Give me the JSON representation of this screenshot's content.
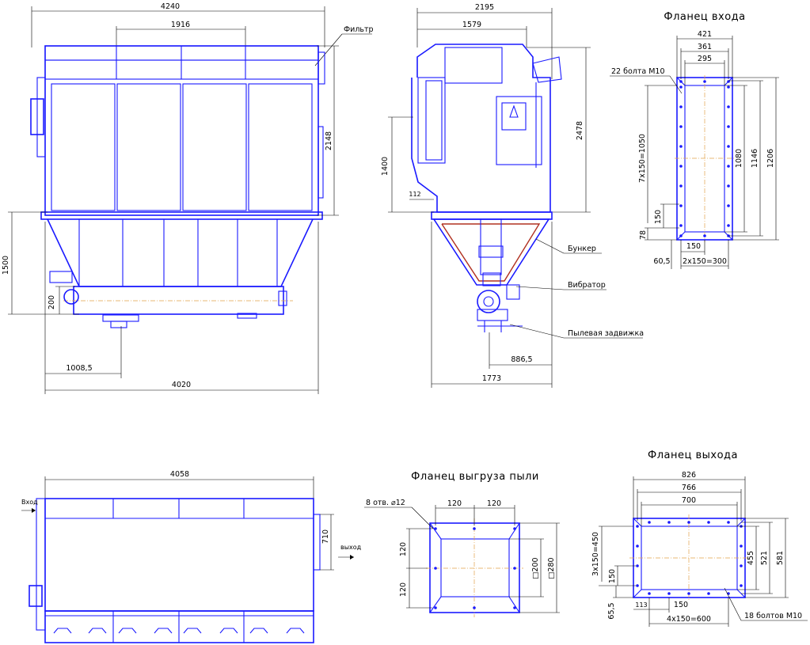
{
  "colors": {
    "structure": "#1a1aff",
    "dimension": "#000000",
    "centerline": "#e3a34a",
    "hopper_lining": "#b03020"
  },
  "front_view": {
    "dims": {
      "overall_width": "4240",
      "filter_width": "1916",
      "filter_height": "2148",
      "hopper_height": "1500",
      "outlet_height": "200",
      "outlet_offset": "1008,5",
      "base_width": "4020"
    },
    "labels": {
      "filter": "Фильтр"
    }
  },
  "side_view": {
    "dims": {
      "overall_width": "2195",
      "top_width": "1579",
      "inlet_height": "1400",
      "flange_depth": "112",
      "overall_height": "2478",
      "outlet_offset": "886,5",
      "base_width": "1773"
    },
    "labels": {
      "hopper": "Бункер",
      "vibrator": "Вибратор",
      "gate": "Пылевая задвижка"
    }
  },
  "top_view": {
    "dims": {
      "overall_length": "4058",
      "outlet_width": "710"
    },
    "labels": {
      "inlet": "Вход",
      "outlet": "выход"
    }
  },
  "inlet_flange": {
    "title": "Фланец входа",
    "bolts": "22 болта М10",
    "dims": {
      "w1": "421",
      "w2": "361",
      "w3": "295",
      "pitch_v": "7x150=1050",
      "h1": "1080",
      "h2": "1146",
      "h3": "1206",
      "pitch_v2": "150",
      "edge_v": "78",
      "pitch_h": "150",
      "edge_h": "60,5",
      "pitch_h2": "2x150=300"
    }
  },
  "dust_flange": {
    "title": "Фланец выгруза пыли",
    "holes": "8 отв. ⌀12",
    "dims": {
      "p1": "120",
      "p2": "120",
      "v1": "120",
      "v2": "120",
      "inner": "□200",
      "outer": "□280"
    }
  },
  "outlet_flange": {
    "title": "Фланец выхода",
    "bolts": "18 болтов М10",
    "dims": {
      "w1": "826",
      "w2": "766",
      "w3": "700",
      "pitch_v": "3x150=450",
      "h1": "455",
      "h2": "521",
      "h3": "581",
      "pitch_v2": "150",
      "edge_v": "65,5",
      "edge_h": "113",
      "pitch_h": "150",
      "pitch_h2": "4x150=600"
    }
  }
}
